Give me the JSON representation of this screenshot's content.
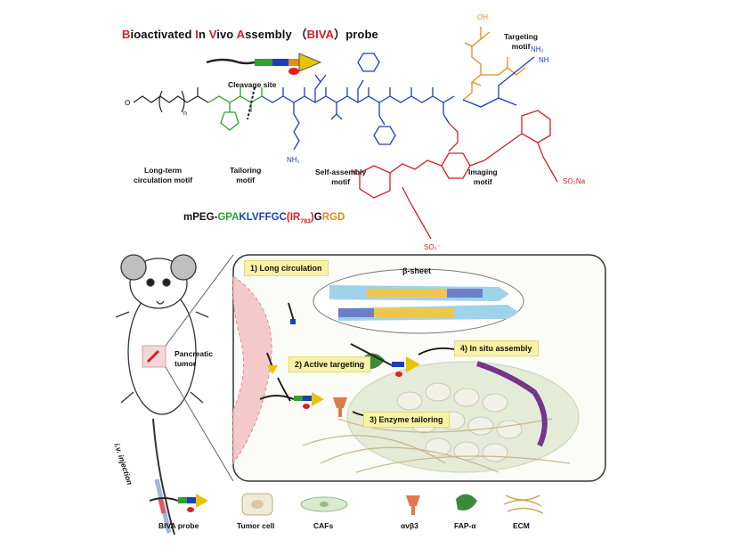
{
  "title": {
    "parts": [
      {
        "text": "B",
        "cap": true
      },
      {
        "text": "ioactivated ",
        "cap": false
      },
      {
        "text": "I",
        "cap": true
      },
      {
        "text": "n ",
        "cap": false
      },
      {
        "text": "V",
        "cap": true
      },
      {
        "text": "ivo ",
        "cap": false
      },
      {
        "text": "A",
        "cap": true
      },
      {
        "text": "ssembly （",
        "cap": false
      },
      {
        "text": "BIVA",
        "cap": true
      },
      {
        "text": "）probe",
        "cap": false
      }
    ]
  },
  "labels": {
    "cleavage_site": "Cleavage site",
    "targeting_motif": [
      "Targeting",
      "motif"
    ],
    "long_term": [
      "Long-term",
      "circulation motif"
    ],
    "tailoring": [
      "Tailoring",
      "motif"
    ],
    "self_assembly": [
      "Self-assembly",
      "motif"
    ],
    "imaging": [
      "Imaging",
      "motif"
    ],
    "nh2": "NH2",
    "so3na": "SO3Na",
    "so3": "SO3-",
    "oh": "OH",
    "nh2_top": "NH2",
    "nh": "NH",
    "n_plus": "N+",
    "peg_sub": "n"
  },
  "sequence": {
    "prefix": "mPEG-",
    "green": "GPA",
    "blue": "KLVFFGC",
    "red_open": "(IR",
    "red_sub": "783",
    "red_close": ")",
    "black_g": "G",
    "orange": "RGD"
  },
  "mouse": {
    "tumor_label": [
      "Pancreatic",
      "tumor"
    ],
    "injection_label": "i.v. injection"
  },
  "steps": {
    "s1": "1) Long circulation",
    "s2": "2) Active targeting",
    "s3": "3) Enzyme tailoring",
    "s4": "4) In situ assembly",
    "beta_sheet": "β-sheet"
  },
  "legend": [
    {
      "label": "BIVA probe",
      "icon": "biva-probe-icon"
    },
    {
      "label": "Tumor cell",
      "icon": "tumor-cell-icon"
    },
    {
      "label": "CAFs",
      "icon": "caf-icon"
    },
    {
      "label": "αvβ3",
      "icon": "integrin-icon"
    },
    {
      "label": "FAP-α",
      "icon": "fap-icon"
    },
    {
      "label": "ECM",
      "icon": "ecm-icon"
    }
  ],
  "colors": {
    "tailoring_green": "#2ea32e",
    "assembly_blue": "#1c3fb8",
    "imaging_red": "#d42020",
    "targeting_orange": "#e88b1a",
    "step_box": "#f7f3a6"
  }
}
